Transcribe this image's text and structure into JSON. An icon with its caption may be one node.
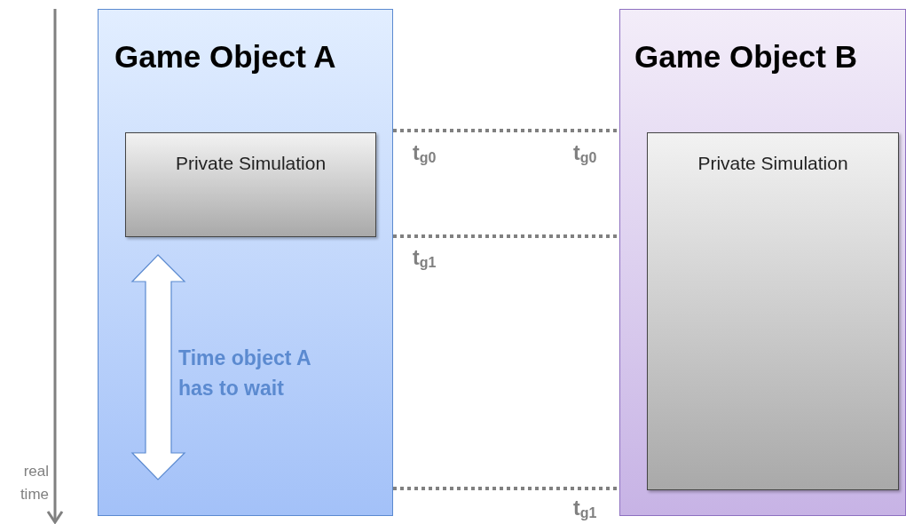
{
  "diagram": {
    "nodes": [
      {
        "text": [
          "Game Object A"
        ]
      },
      {
        "text": [
          "Private Simulation"
        ],
        "in": 0
      },
      {
        "text": [
          "Game Object B"
        ]
      },
      {
        "text": [
          "Private Simulation"
        ],
        "in": 2
      }
    ],
    "edges": [
      {
        "from": 0,
        "to": 2,
        "arrow": "none",
        "style": "dashed"
      },
      {
        "from": 0,
        "to": 2,
        "arrow": "none",
        "style": "dashed"
      },
      {
        "from": 0,
        "to": 2,
        "arrow": "none",
        "style": "dashed"
      }
    ],
    "labels": [
      "t$_{g0}$",
      "t$_{g0}$",
      "t$_{g1}$",
      "Time object A has to wait",
      "real time",
      "t$_{g1}$"
    ]
  }
}
